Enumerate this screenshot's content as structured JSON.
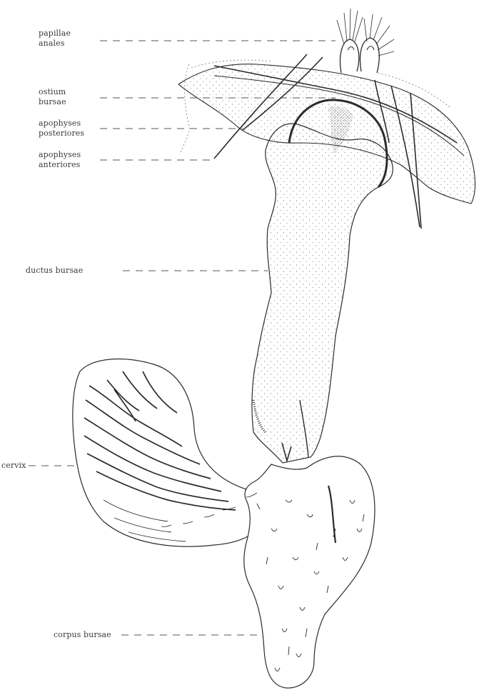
{
  "labels": {
    "papillae_anales": [
      "papillae",
      "anales"
    ],
    "ostium_bursae": [
      "ostium",
      "bursae"
    ],
    "apophyses_posteriores": [
      "apophyses",
      "posteriores"
    ],
    "apophyses_anteriores": [
      "apophyses",
      "anteriores"
    ],
    "ductus_bursae": "ductus bursae",
    "cervix": "cervix",
    "corpus_bursae": "corpus bursae"
  },
  "colors": {
    "ink": "#2b2b2b",
    "leader": "#555555",
    "paper": "#ffffff"
  }
}
